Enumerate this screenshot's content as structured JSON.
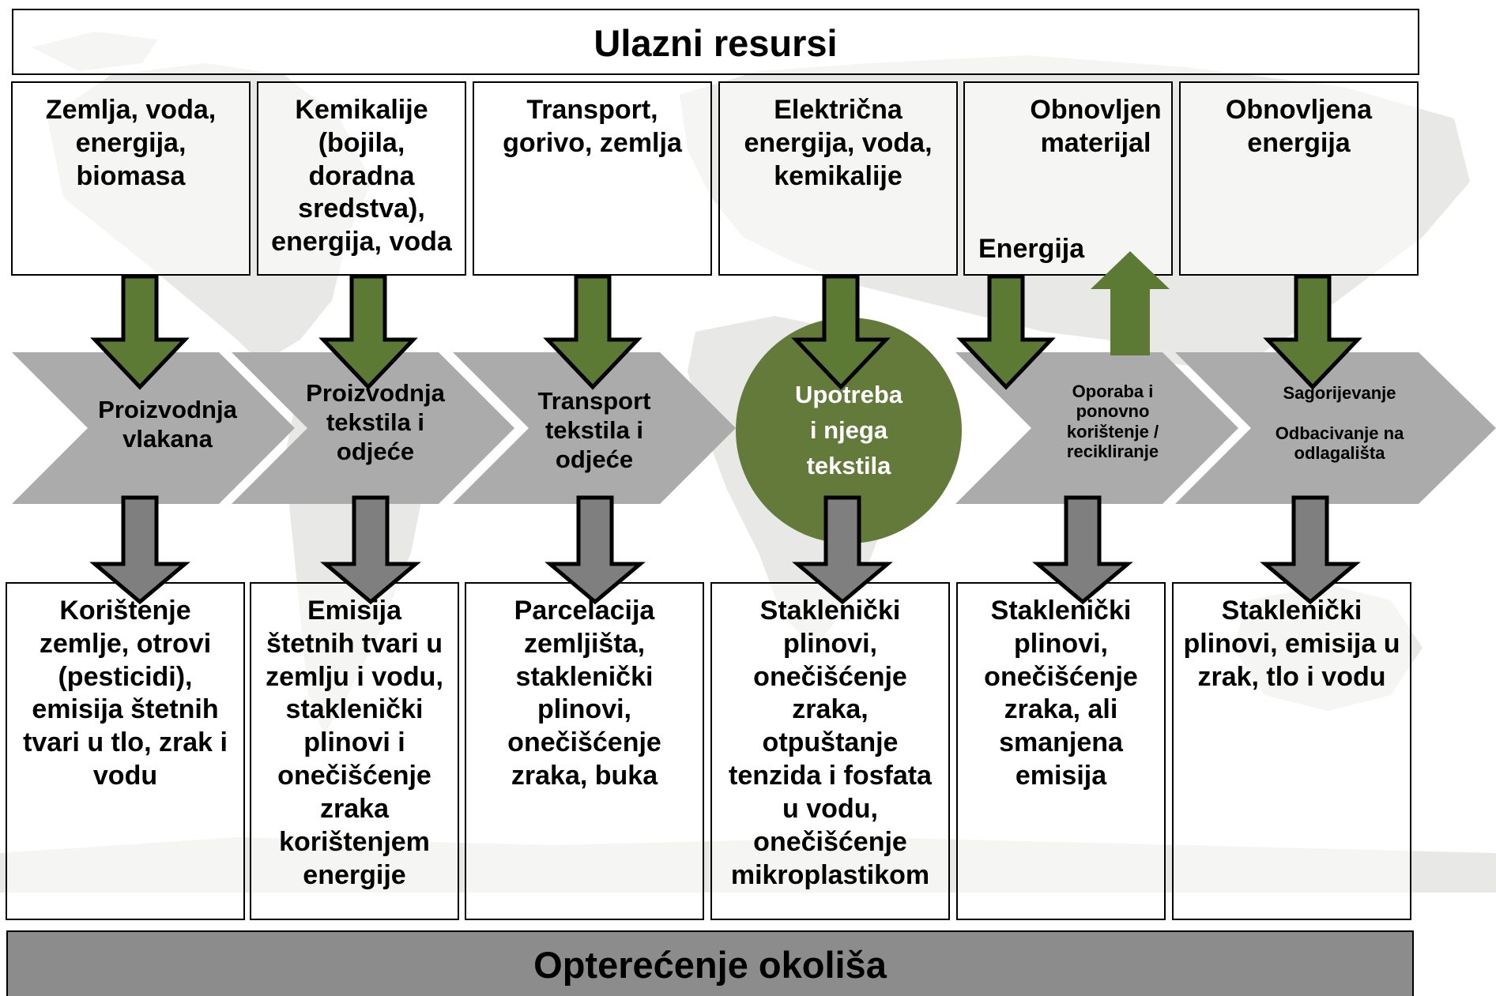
{
  "header": {
    "title": "Ulazni resursi"
  },
  "inputs": [
    {
      "text": "Zemlja, voda,\nenergija,\nbiomasa"
    },
    {
      "text": "Kemikalije\n(bojila,\ndoradna\nsredstva),\nenergija, voda"
    },
    {
      "text": "Transport,\ngorivo, zemlja"
    },
    {
      "text": "Električna\nenergija, voda,\nkemikalije"
    },
    {
      "text": "Obnovljen\nmaterijal",
      "extra": "Energija"
    },
    {
      "text": "Obnovljena\nenergija"
    }
  ],
  "stages": [
    {
      "label": "Proizvodnja\nvlakana"
    },
    {
      "label": "Proizvodnja\ntekstila i\nodjeće"
    },
    {
      "label": "Transport\ntekstila i\nodjeće"
    },
    {
      "label": "Upotreba\ni njega\ntekstila"
    },
    {
      "label": "Oporaba i\nponovno\nkorištenje /\nrecikliranje"
    },
    {
      "label": "Sagorijevanje\n\nOdbacivanje na\nodlagališta"
    }
  ],
  "outputs": [
    {
      "text": "Korištenje\nzemlje, otrovi\n(pesticidi),\nemisija štetnih\ntvari u tlo, zrak i\nvodu"
    },
    {
      "text": "Emisija\nštetnih tvari u\nzemlju i vodu,\nstaklenički\nplinovi i\nonečišćenje\nzraka\nkorištenjem\nenergije"
    },
    {
      "text": "Parcelacija\nzemljišta,\nstaklenički\nplinovi,\nonečišćenje\nzraka, buka"
    },
    {
      "text": "Staklenički\nplinovi,\nonečišćenje\nzraka,\notpuštanje\ntenzida i fosfata\nu vodu,\nonečišćenje\nmikroplastikom"
    },
    {
      "text": "Staklenički\nplinovi,\nonečišćenje\nzraka, ali\nsmanjena\nemisija"
    },
    {
      "text": "Staklenički\nplinovi, emisija u\nzrak, tlo i vodu"
    }
  ],
  "footer": {
    "title": "Opterećenje okoliša"
  },
  "colors": {
    "green": "#5d7a35",
    "green_circle": "#647a3b",
    "chevron": "#ababab",
    "down_arrow": "#7f7f7f",
    "footer": "#8c8c8c",
    "map": "#e2e2e0"
  }
}
